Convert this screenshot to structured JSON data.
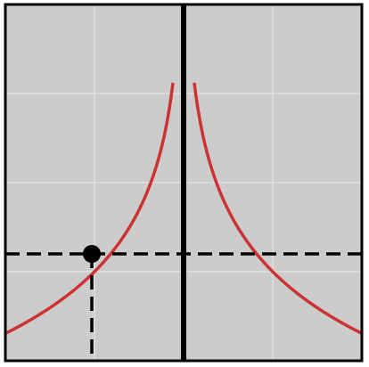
{
  "colors": {
    "background": "#ffffff",
    "plot_area": "#cccccc",
    "grid": "#e0e0e0",
    "curve": "#cc3333",
    "axis": "#000000",
    "guide": "#000000",
    "marker": "#000000"
  },
  "chart_data": {
    "type": "line",
    "title": "",
    "xlabel": "",
    "ylabel": "",
    "xlim": [
      -2,
      2
    ],
    "ylim": [
      0,
      4
    ],
    "grid": true,
    "legend": "none",
    "x_grid_values": [
      -1,
      0,
      1
    ],
    "y_grid_values": [
      1,
      2,
      3
    ],
    "series": [
      {
        "function": "y = 1 - ln(|x|)",
        "x": [
          -2,
          -1.75,
          -1.5,
          -1.25,
          -1,
          -0.8,
          -0.6,
          -0.5,
          -0.4,
          -0.3,
          -0.2,
          -0.15,
          -0.12,
          0.12,
          0.15,
          0.2,
          0.3,
          0.4,
          0.5,
          0.6,
          0.8,
          1,
          1.25,
          1.5,
          1.75,
          2
        ],
        "y": [
          0.31,
          0.44,
          0.59,
          0.78,
          1.0,
          1.22,
          1.51,
          1.69,
          1.92,
          2.2,
          2.61,
          2.9,
          3.12,
          3.12,
          2.9,
          2.61,
          2.2,
          1.92,
          1.69,
          1.51,
          1.22,
          1.0,
          0.78,
          0.59,
          0.44,
          0.31
        ]
      }
    ],
    "vertical_line_x": 0,
    "horizontal_guide_y": 1.2,
    "marked_point": {
      "x": -1.03,
      "y": 1.2
    }
  }
}
